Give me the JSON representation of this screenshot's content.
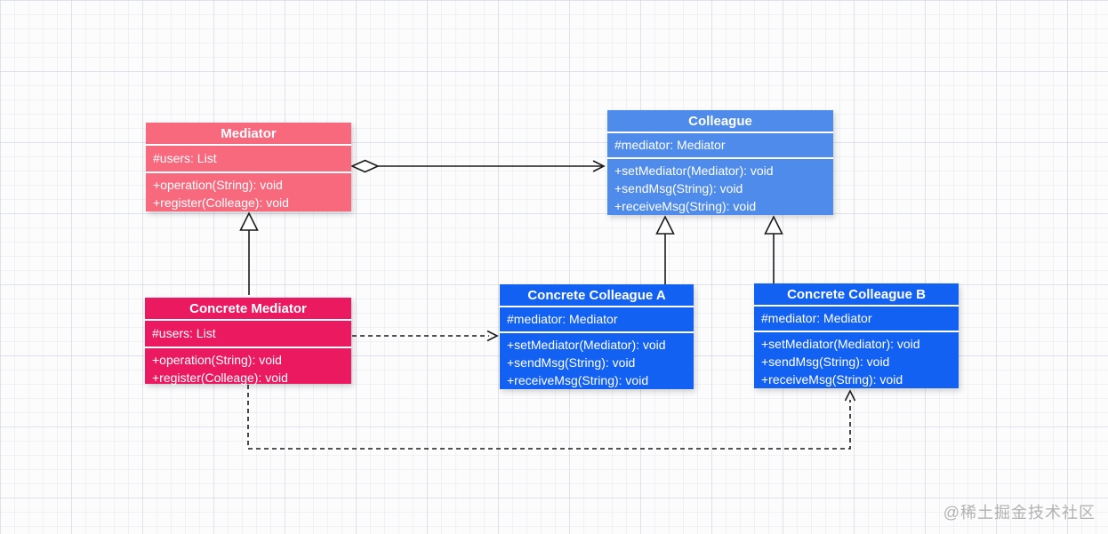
{
  "diagram": {
    "type": "uml-class-diagram",
    "pattern": "Mediator",
    "classes": [
      {
        "id": "mediator",
        "title": "Mediator",
        "attributes": [
          "#users: List"
        ],
        "methods": [
          "+operation(String): void",
          "+register(Colleage): void"
        ],
        "fill": "#F9697E"
      },
      {
        "id": "colleague",
        "title": "Colleague",
        "attributes": [
          "#mediator: Mediator"
        ],
        "methods": [
          "+setMediator(Mediator): void",
          "+sendMsg(String): void",
          "+receiveMsg(String): void"
        ],
        "fill": "#4F8BEA"
      },
      {
        "id": "concrete-mediator",
        "title": "Concrete Mediator",
        "attributes": [
          "#users: List"
        ],
        "methods": [
          "+operation(String): void",
          "+register(Colleage): void"
        ],
        "fill": "#EB1A60"
      },
      {
        "id": "concrete-colleague-a",
        "title": "Concrete Colleague A",
        "attributes": [
          "#mediator: Mediator"
        ],
        "methods": [
          "+setMediator(Mediator): void",
          "+sendMsg(String): void",
          "+receiveMsg(String): void"
        ],
        "fill": "#1361F2"
      },
      {
        "id": "concrete-colleague-b",
        "title": "Concrete Colleague B",
        "attributes": [
          "#mediator: Mediator"
        ],
        "methods": [
          "+setMediator(Mediator): void",
          "+sendMsg(String): void",
          "+receiveMsg(String): void"
        ],
        "fill": "#1361F2"
      }
    ],
    "relationships": [
      {
        "from": "Mediator",
        "to": "Colleague",
        "type": "aggregation",
        "line": "solid",
        "ends": "open-diamond-at-mediator, open-arrow-at-colleague"
      },
      {
        "from": "Concrete Mediator",
        "to": "Mediator",
        "type": "inheritance",
        "line": "solid",
        "ends": "hollow-triangle-at-mediator"
      },
      {
        "from": "Concrete Colleague A",
        "to": "Colleague",
        "type": "inheritance",
        "line": "solid",
        "ends": "hollow-triangle-at-colleague"
      },
      {
        "from": "Concrete Colleague B",
        "to": "Colleague",
        "type": "inheritance",
        "line": "solid",
        "ends": "hollow-triangle-at-colleague"
      },
      {
        "from": "Concrete Mediator",
        "to": "Concrete Colleague A",
        "type": "dependency",
        "line": "dashed",
        "ends": "open-arrow-at-colleague-a"
      },
      {
        "from": "Concrete Mediator",
        "to": "Concrete Colleague B",
        "type": "dependency",
        "line": "dashed",
        "ends": "open-arrow-at-colleague-b"
      }
    ],
    "connector_color": "#1a1a1a",
    "watermark": "@稀土掘金技术社区"
  }
}
